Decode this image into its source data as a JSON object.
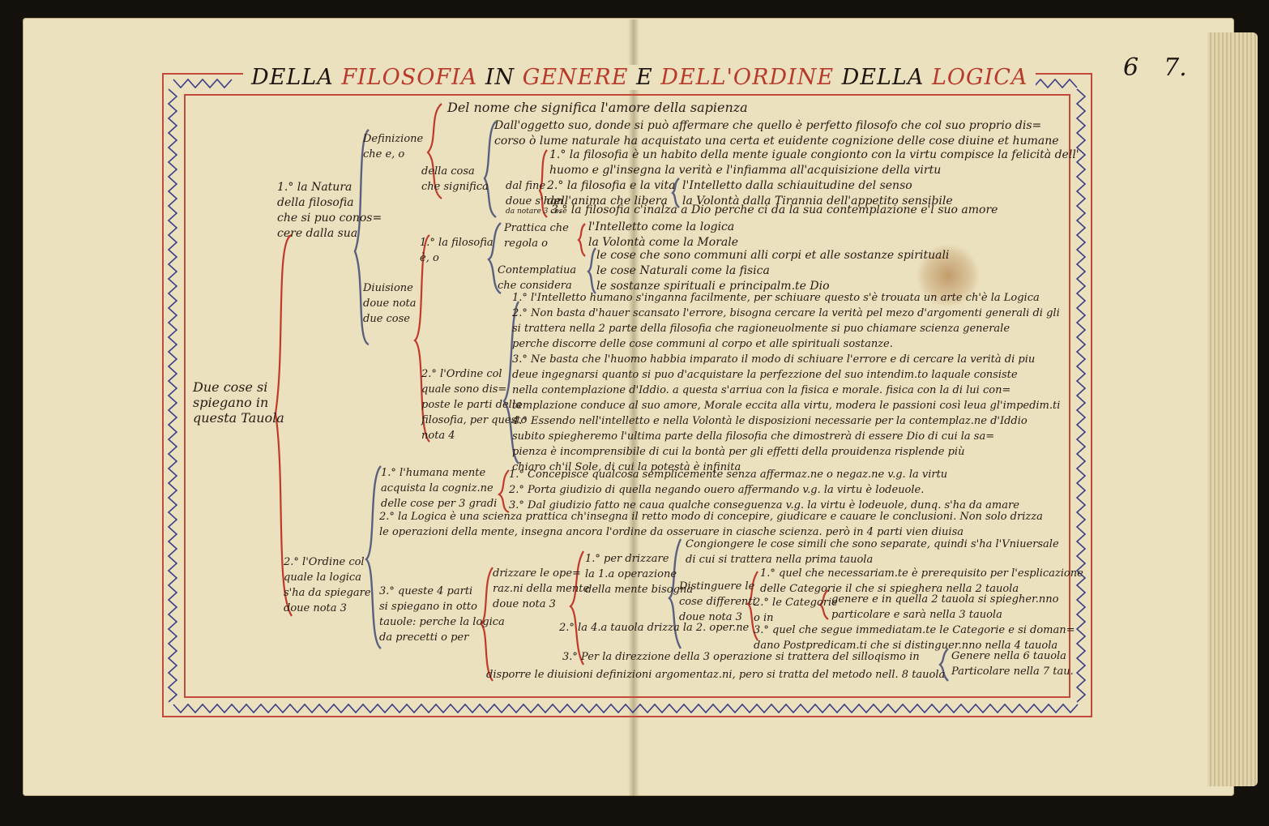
{
  "page_numbers": {
    "first": "6",
    "second": "7."
  },
  "title": {
    "w1": "DELLA ",
    "w2": "FILOSOFIA ",
    "w3": "IN ",
    "w4": "GENERE ",
    "w5": "E ",
    "w6": "DELL'ORDINE ",
    "w7": "DELLA ",
    "w8": "LOGICA"
  },
  "root": "Due cose si\nspiegano in\nquesta Tauola",
  "branch1": {
    "label": "1.° la Natura\ndella filosofia\nche si puo conos=\ncere dalla sua",
    "definizione": {
      "label": "Definizione\nche e, o",
      "nome": "Del nome che significa l'amore della sapienza",
      "cosa_label": "della cosa\nche significa",
      "oggetto": "Dall'oggetto suo, donde si può affermare che quello è perfetto filosofo che col suo proprio dis=\ncorso ò lume naturale ha acquistato una certa et euidente cognizione delle cose diuine et humane",
      "fine_label": "dal fine\ndoue s'han",
      "fine_1": "1.° la filosofia è un habito della mente iguale congionto con la virtu compisce la felicità dell'\nhuomo e gl'insegna la verità e l'infiamma all'acquisizione della virtu",
      "fine_2a": "2.° la filosofia e la vita\ndell'anima che libera",
      "fine_2b": "l'Intelletto dalla schiauitudine del senso\nla Volontà dalla Tirannia dell'appetito sensibile",
      "fine_3_prefix": "da notare 3 cose",
      "fine_3": "3.° la filosofia c'inalza a Dio perche ci da la sua contemplazione e'l suo amore"
    },
    "divisione": {
      "label": "Diuisione\ndoue nota\ndue cose",
      "filosofia_label": "1.° la filosofia\nè, o",
      "pratica_label": "Prattica che\nregola o",
      "pratica_items": "l'Intelletto come la logica\nla Volontà come la Morale",
      "contemplativa_label": "Contemplatiua\nche considera",
      "contemplativa_items": "le cose che sono communi alli corpi et alle sostanze spirituali\nle cose Naturali come la fisica\nle sostanze spirituali e principalm.te Dio",
      "ordine_label": "2.° l'Ordine col\nquale sono dis=\nposte le parti della\nfilosofia, per questo\nnota 4",
      "ordine_notes": "1.° l'Intelletto humano s'inganna facilmente, per schiuare questo s'è trouata un arte ch'è la Logica\n2.° Non basta d'hauer scansato l'errore, bisogna cercare la verità pel mezo d'argomenti generali di gli\nsi trattera nella 2 parte della filosofia che ragioneuolmente si puo chiamare scienza generale\nperche discorre delle cose communi al corpo et alle spirituali sostanze.\n3.° Ne basta che l'huomo habbia imparato il modo di schiuare l'errore e di cercare la verità di piu\ndeue ingegnarsi quanto si puo d'acquistare la perfezzione del suo intendim.to laquale consiste\nnella contemplazione d'Iddio. a questa s'arriua con la fisica e morale. fisica con la di lui con=\ntemplazione conduce al suo amore, Morale eccita alla virtu, modera le passioni così leua gl'impedim.ti\n4.° Essendo nell'intelletto e nella Volontà le disposizioni necessarie per la contemplaz.ne d'Iddio\nsubito spiegheremo l'ultima parte della filosofia che dimostrerà di essere Dio di cui la sa=\npienza è incomprensibile di cui la bontà per gli effetti della prouidenza risplende più\nchiaro ch'il Sole, di cui la potestà è infinita"
    }
  },
  "branch2": {
    "label": "2.° l'Ordine col\nquale la logica\ns'ha da spiegare\ndoue nota 3",
    "humana_label": "1.° l'humana mente\nacquista la cogniz.ne\ndelle cose per 3 gradi",
    "gradi": "1.° Concepisce qualcosa semplicemente senza affermaz.ne o negaz.ne v.g. la virtu\n2.° Porta giudizio di quella negando ouero affermando v.g. la virtu è lodeuole.\n3.° Dal giudizio fatto ne caua qualche conseguenza v.g. la virtu è lodeuole, dunq. s'ha da amare",
    "logica_scienza": "2.° la Logica è una scienza prattica ch'insegna il retto modo di concepire, giudicare e cauare le conclusioni. Non solo drizza\nle operazioni della mente, insegna ancora l'ordine da osseruare in ciasche scienza. però in 4 parti vien diuisa",
    "parti_label": "3.° queste 4 parti\nsi spiegano in otto\ntauole: perche la logica\nda precetti o per",
    "drizzare_label": "drizzare le ope=\nraz.ni della mente\ndoue nota 3",
    "per_drizzare": "1.° per drizzare\nla 1.a operazione\ndella mente bisogna",
    "congiungere": "Congiongere le cose simili che sono separate, quindi s'ha l'Vniuersale\ndi cui si trattera nella prima tauola",
    "distinguere_label": "Distinguere le\ncose differenti\ndoue nota 3",
    "dist_1": "1.° quel che necessariam.te è prerequisito per l'esplicazione\ndelle Categorie il che si spieghera nella 2 tauola",
    "dist_2_label": "2.° le Categorie\no in",
    "dist_2_items": "genere e in quella 2 tauola si spiegher.nno\nparticolare e sarà nella 3 tauola",
    "dist_3": "3.° quel che segue immediatam.te le Categorie e si doman=\ndano Postpredicam.ti che si distinguer.nno nella 4 tauola",
    "seconda": "2.° la 4.a tauola drizza la 2. oper.ne",
    "terza": "3.° Per la direzzione della 3 operazione si trattera del silloqismo in",
    "terza_items": "Genere nella 6 tauola\nParticolare nella 7 tau.",
    "disporre": "disporre le diuisioni definizioni argomentaz.ni, pero si tratta del metodo nell. 8 tauola"
  }
}
